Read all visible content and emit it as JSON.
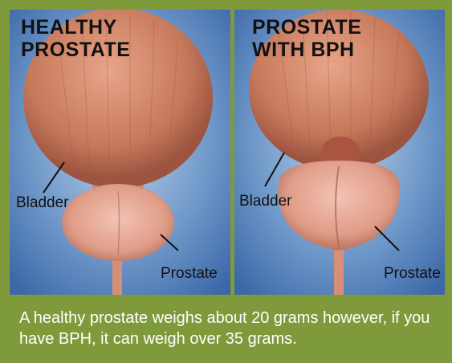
{
  "panels": [
    {
      "title": "HEALTHY\nPROSTATE",
      "bladder_label": "Bladder",
      "prostate_label": "Prostate"
    },
    {
      "title": "PROSTATE\nWITH BPH",
      "bladder_label": "Bladder",
      "prostate_label": "Prostate"
    }
  ],
  "caption": "A healthy prostate weighs about 20 grams however, if you have BPH, it can weigh over 35 grams.",
  "colors": {
    "frame_green": "#7f9a3a",
    "background_blue": "#4a78b4",
    "bladder": "#c77a5c",
    "prostate": "#e6a593"
  }
}
